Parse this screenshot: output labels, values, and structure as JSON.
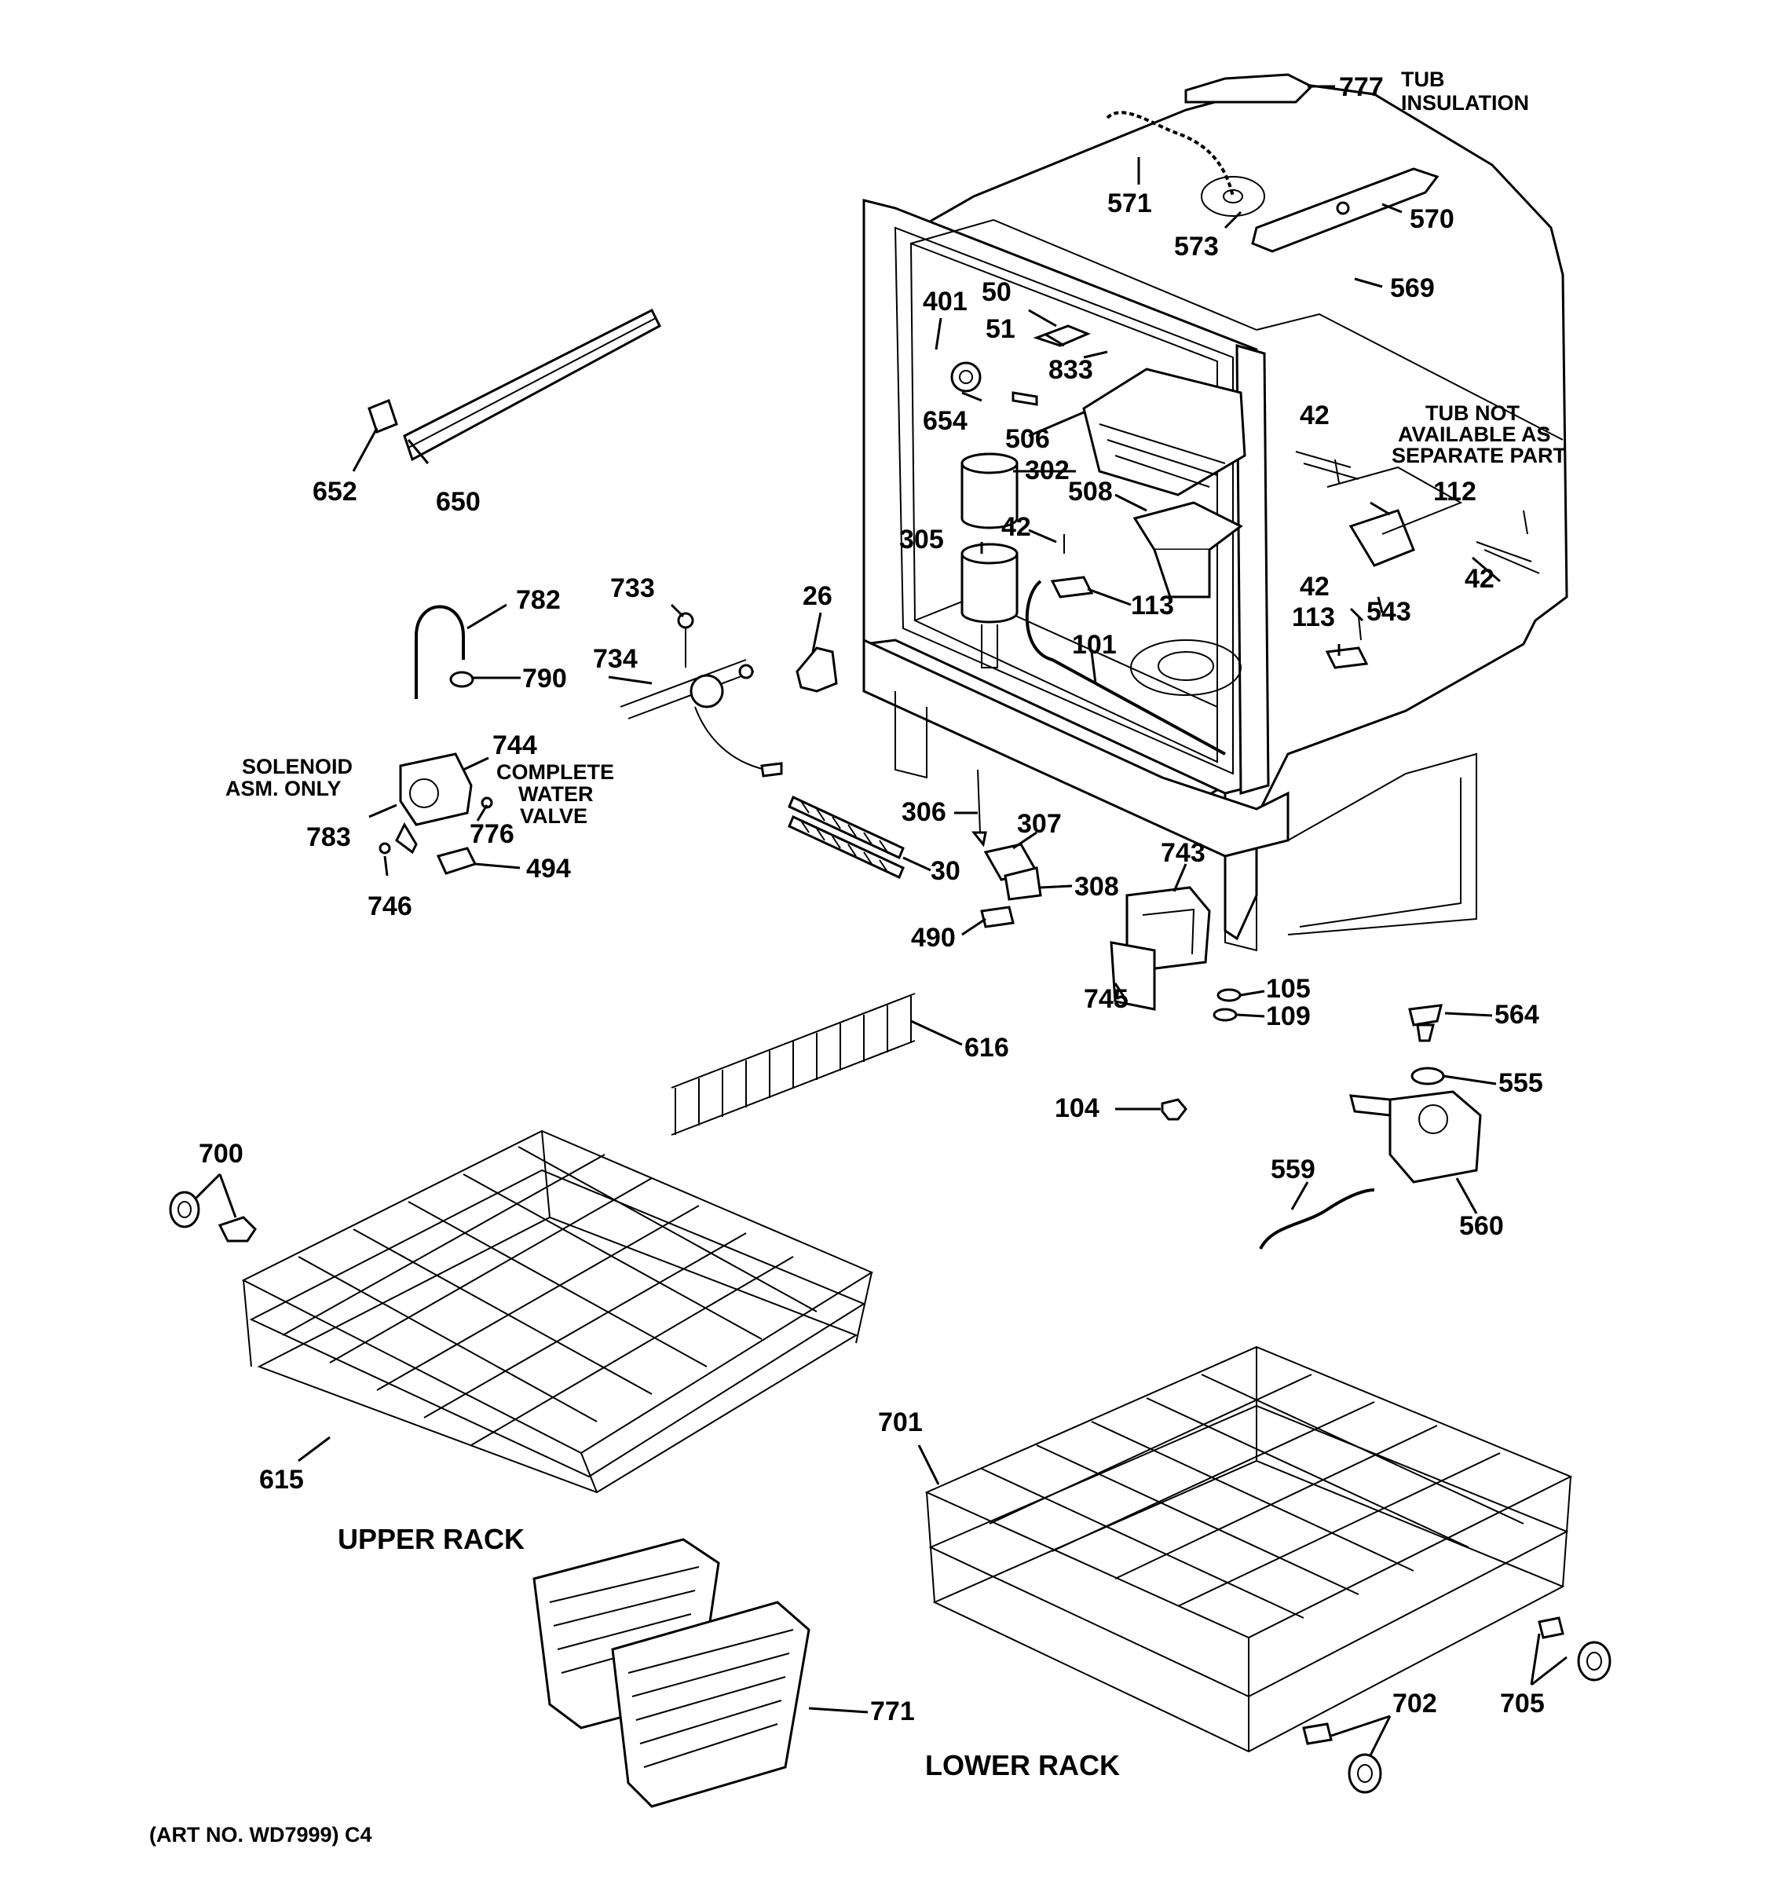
{
  "diagram": {
    "part_numbers": {
      "p777": "777",
      "p571": "571",
      "p573": "573",
      "p570": "570",
      "p569": "569",
      "p401": "401",
      "p50": "50",
      "p51": "51",
      "p833": "833",
      "p654": "654",
      "p506": "506",
      "p42a": "42",
      "p42b": "42",
      "p42c": "42",
      "p42d": "42",
      "p302": "302",
      "p508": "508",
      "p112": "112",
      "p305": "305",
      "p113a": "113",
      "p113b": "113",
      "p543": "543",
      "p101": "101",
      "p26": "26",
      "p733": "733",
      "p734": "734",
      "p782": "782",
      "p790": "790",
      "p744": "744",
      "p783": "783",
      "p776": "776",
      "p746": "746",
      "p494": "494",
      "p652": "652",
      "p650": "650",
      "p306": "306",
      "p307": "307",
      "p30": "30",
      "p308": "308",
      "p490": "490",
      "p743": "743",
      "p745": "745",
      "p105": "105",
      "p109": "109",
      "p564": "564",
      "p555": "555",
      "p104": "104",
      "p559": "559",
      "p560": "560",
      "p616": "616",
      "p700": "700",
      "p615": "615",
      "p701": "701",
      "p771": "771",
      "p702": "702",
      "p705": "705"
    },
    "notes": {
      "tub_insulation_1": "TUB",
      "tub_insulation_2": "INSULATION",
      "tub_not_1": "TUB NOT",
      "tub_not_2": "AVAILABLE AS",
      "tub_not_3": "SEPARATE PART",
      "solenoid_1": "SOLENOID",
      "solenoid_2": "ASM. ONLY",
      "valve_1": "COMPLETE",
      "valve_2": "WATER",
      "valve_3": "VALVE"
    },
    "section_titles": {
      "upper_rack": "UPPER RACK",
      "lower_rack": "LOWER RACK"
    },
    "art_number": "(ART NO. WD7999) C4"
  }
}
